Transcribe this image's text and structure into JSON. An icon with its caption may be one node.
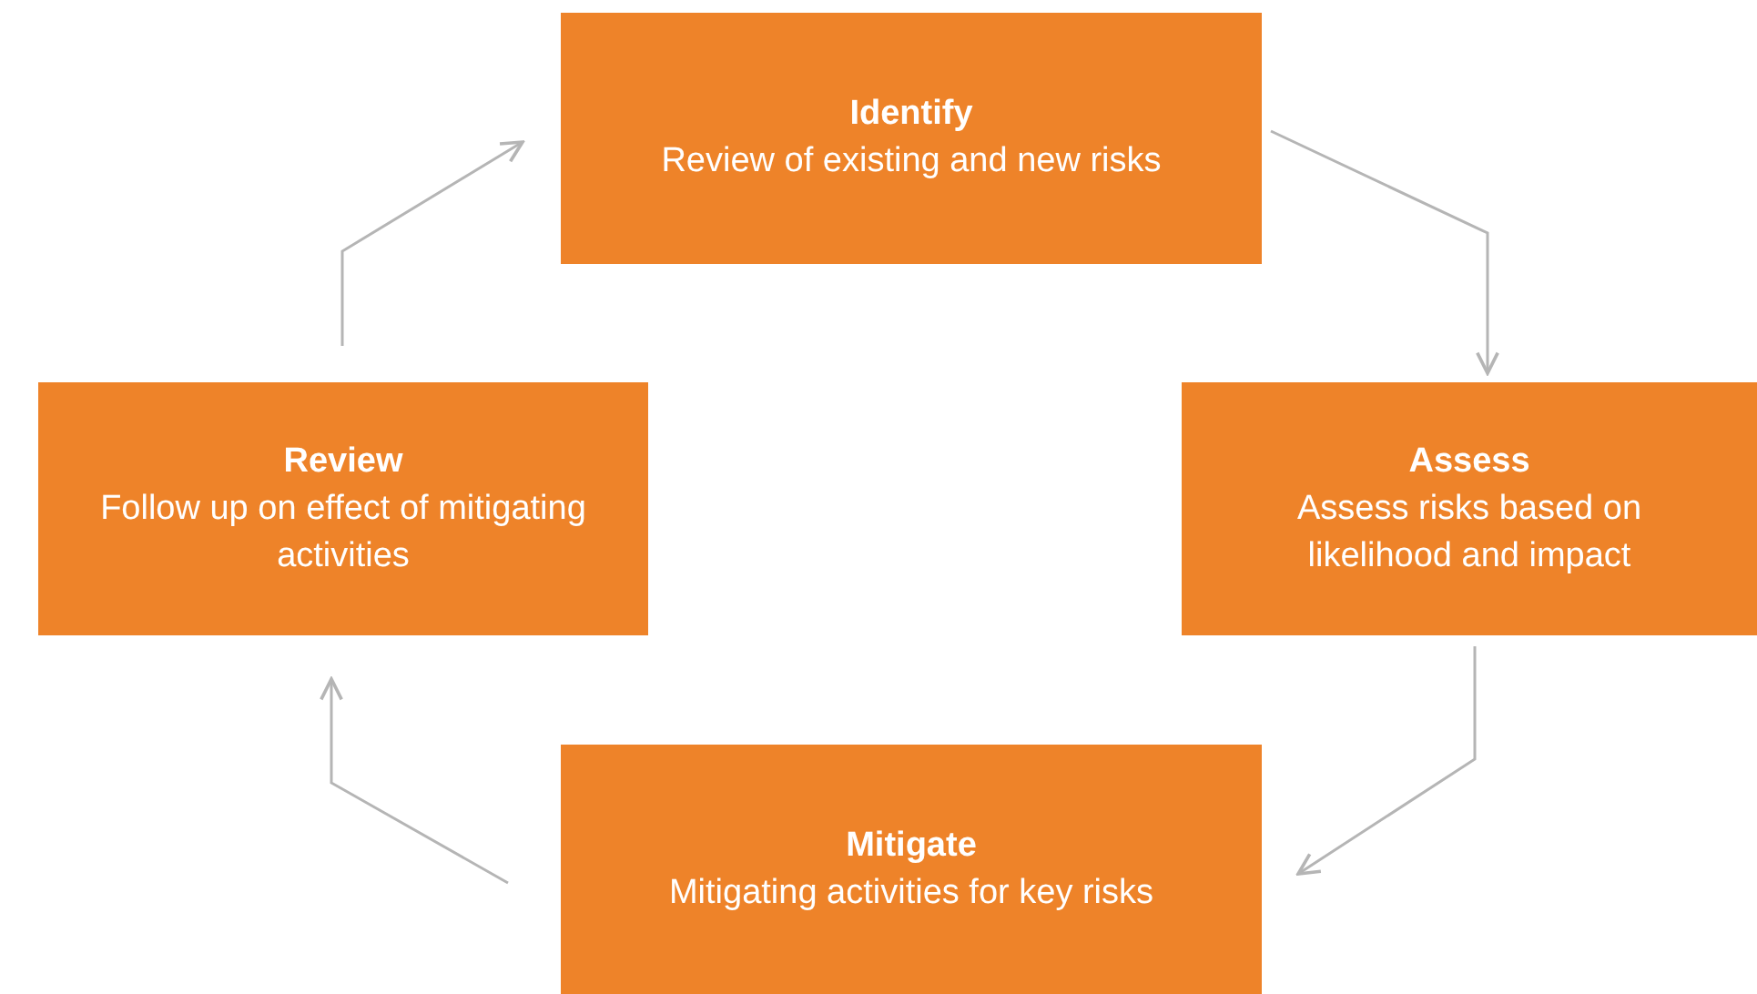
{
  "diagram": {
    "nodes": [
      {
        "text": [
          "Identify",
          "Review of existing and new risks"
        ]
      },
      {
        "text": [
          "Assess",
          "Assess risks based on likelihood and impact"
        ]
      },
      {
        "text": [
          "Mitigate",
          "Mitigating activities for key risks"
        ]
      },
      {
        "text": [
          "Review",
          "Follow up on effect of mitigating activities"
        ]
      }
    ],
    "edges": [
      {
        "from": 0,
        "to": 1,
        "arrow": "to"
      },
      {
        "from": 1,
        "to": 2,
        "arrow": "to"
      },
      {
        "from": 2,
        "to": 3,
        "arrow": "to"
      },
      {
        "from": 3,
        "to": 0,
        "arrow": "to"
      }
    ]
  }
}
